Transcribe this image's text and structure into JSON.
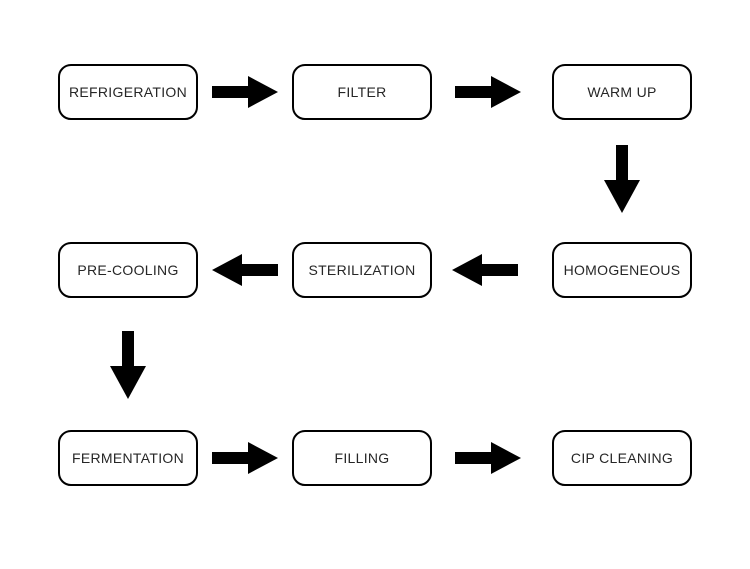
{
  "diagram": {
    "type": "flowchart",
    "colors": {
      "background": "#ffffff",
      "ink": "#000000",
      "text": "#262626"
    },
    "nodes": [
      {
        "id": "refrigeration",
        "label": "REFRIGERATION"
      },
      {
        "id": "filter",
        "label": "FILTER"
      },
      {
        "id": "warm-up",
        "label": "WARM UP"
      },
      {
        "id": "homogeneous",
        "label": "HOMOGENEOUS"
      },
      {
        "id": "sterilization",
        "label": "STERILIZATION"
      },
      {
        "id": "pre-cooling",
        "label": "PRE-COOLING"
      },
      {
        "id": "fermentation",
        "label": "FERMENTATION"
      },
      {
        "id": "filling",
        "label": "FILLING"
      },
      {
        "id": "cip-cleaning",
        "label": "CIP CLEANING"
      }
    ],
    "edges": [
      {
        "from": "REFRIGERATION",
        "to": "FILTER",
        "direction": "right"
      },
      {
        "from": "FILTER",
        "to": "WARM UP",
        "direction": "right"
      },
      {
        "from": "WARM UP",
        "to": "HOMOGENEOUS",
        "direction": "down"
      },
      {
        "from": "HOMOGENEOUS",
        "to": "STERILIZATION",
        "direction": "left"
      },
      {
        "from": "STERILIZATION",
        "to": "PRE-COOLING",
        "direction": "left"
      },
      {
        "from": "PRE-COOLING",
        "to": "FERMENTATION",
        "direction": "down"
      },
      {
        "from": "FERMENTATION",
        "to": "FILLING",
        "direction": "right"
      },
      {
        "from": "FILLING",
        "to": "CIP CLEANING",
        "direction": "right"
      }
    ]
  }
}
